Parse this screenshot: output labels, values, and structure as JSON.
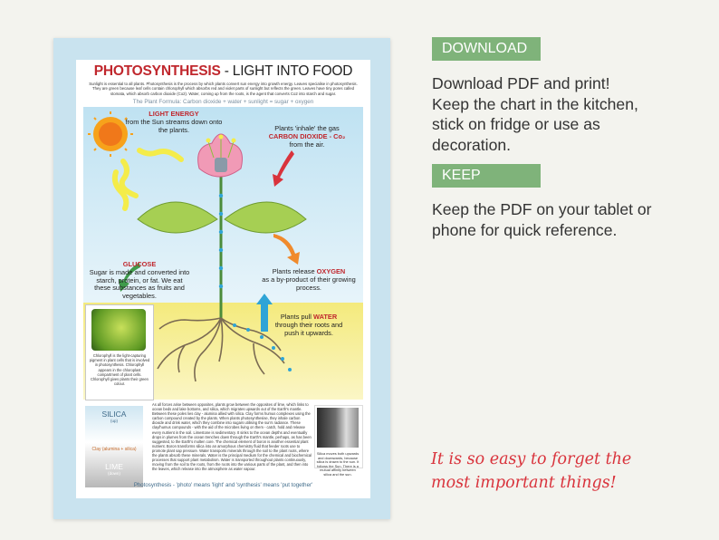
{
  "poster": {
    "title_main": "PHOTOSYNTHESIS",
    "title_dash": " - ",
    "title_sub": "LIGHT INTO FOOD",
    "intro": "Sunlight is essential to all plants. Photosynthesis is the process by which plants convert sun energy into growth energy. Leaves specialise in photosynthesis. They are green because leaf cells contain chlorophyll which absorbs red and violet parts of sunlight but reflects the green. Leaves have tiny pores called stomata, which absorb carbon dioxide (Co2). Water, coming up from the roots, is the agent that converts Co2 into starch and sugar.",
    "formula": "The Plant Formula: Carbon dioxide + water + sunlight = sugar + oxygen",
    "light_title": "LIGHT ENERGY",
    "light_text": "from the Sun streams down onto the plants.",
    "co2_pre": "Plants 'inhale' the gas",
    "co2_title": "CARBON DIOXIDE - Co₂",
    "co2_post": "from the air.",
    "glucose_title": "GLUCOSE",
    "glucose_text": "Sugar is made and converted into starch, protein, or fat. We eat these substances as fruits and vegetables.",
    "oxygen_pre": "Plants release",
    "oxygen_title": "OXYGEN",
    "oxygen_post": "as a by-product of their growing process.",
    "water_pre": "Plants pull",
    "water_title": "WATER",
    "water_post": "through their roots and push it upwards.",
    "chlorophyll_text": "Chlorophyll is the light-capturing pigment in plant cells that is involved in photosynthesis. Chlorophyll appears in the chloroplast compartment of plant cells. Chlorophyll gives plants their green colour.",
    "silica_label": "SILICA",
    "silica_sub": "(up)",
    "clay_label": "Clay (alumina + silica)",
    "lime_label": "LIME",
    "lime_sub": "(down)",
    "body_text": "As all forces arise between opposites, plants grow between the opposites of lime, which links to ocean beds and lake bottoms, and silica, which migrates upwards out of the Earth's mantle. Between these poles lies clay - alumina allied with silica. Clay forms humus complexes using the carbon compound created by the plants. When plants photosynthesise, they inhale carbon dioxide and drink water, which they combine into sugars utilising the sun's radiance. These clay/humus compounds - with the aid of the microbes living on them - catch, hold and release every nutrient in the soil. Limestone is sedimentary. It sinks to the ocean depths and eventually drops in plumes from the ocean trenches down through the Earth's mantle, perhaps, as has been suggested, to the Earth's molten core. The chemical element of boron is another essential plant nutrient. Boron transforms silica into an amorphous chemistry fluid that feeder roots use to promote plant sap pressure. Water transports minerals through the soil to the plant roots, where the plants absorb these minerals. Water is the principal medium for the chemical and biochemical processes that support plant metabolism. Water is transported throughout plants continuously, moving from the soil to the roots, from the roots into the various parts of the plant, and then into the leaves, which release into the atmosphere as water vapour.",
    "crystal_text": "Silica moves both upwards and downwards, because silica is drawn to the sun. It follows the Sun. There is a mutual affinity between silica and the sun.",
    "meaning": "Photosynthesis - 'photo' means 'light' and 'synthesis' means 'put together'"
  },
  "download": {
    "badge": "DOWNLOAD",
    "lines": [
      "Download PDF and print!",
      "Keep the chart in the kitchen,",
      "stick on fridge or use as",
      "decoration."
    ]
  },
  "keep": {
    "badge": "KEEP",
    "lines": [
      "Keep the PDF on your tablet or",
      "phone for quick reference."
    ]
  },
  "quote": {
    "lines": [
      "It is so easy to forget the",
      "most important things!"
    ]
  },
  "colors": {
    "badge_green": "#7fb37a",
    "title_red": "#c0272d",
    "frame_blue": "#c9e3ef",
    "quote_red": "#d9333c",
    "background": "#f3f3ee"
  },
  "icons": [
    "sun-icon",
    "flower-icon",
    "leaf-icon",
    "stem-icon",
    "roots-icon",
    "arrow-icon",
    "sunlight-wave-icon",
    "leaf-photo",
    "crystal-photo"
  ]
}
